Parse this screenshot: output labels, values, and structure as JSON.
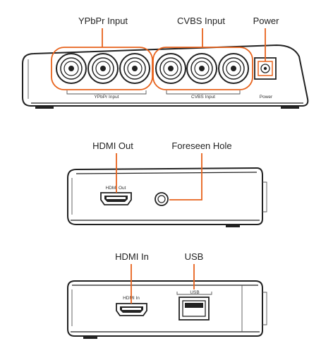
{
  "colors": {
    "accent": "#e8631c",
    "outline": "#222222",
    "background": "#ffffff"
  },
  "views": {
    "back": {
      "callouts": {
        "ypbpr": "YPbPr Input",
        "cvbs": "CVBS Input",
        "power": "Power"
      },
      "printed": {
        "ypbpr": "YPbPr Input",
        "cvbs": "CVBS Input",
        "power": "Power"
      }
    },
    "left_side": {
      "callouts": {
        "hdmi_out": "HDMI Out",
        "hole": "Foreseen Hole"
      },
      "printed": {
        "hdmi_out": "HDMI Out"
      }
    },
    "right_side": {
      "callouts": {
        "hdmi_in": "HDMI In",
        "usb": "USB"
      },
      "printed": {
        "hdmi_in": "HDMI In",
        "usb": "USB"
      }
    }
  }
}
